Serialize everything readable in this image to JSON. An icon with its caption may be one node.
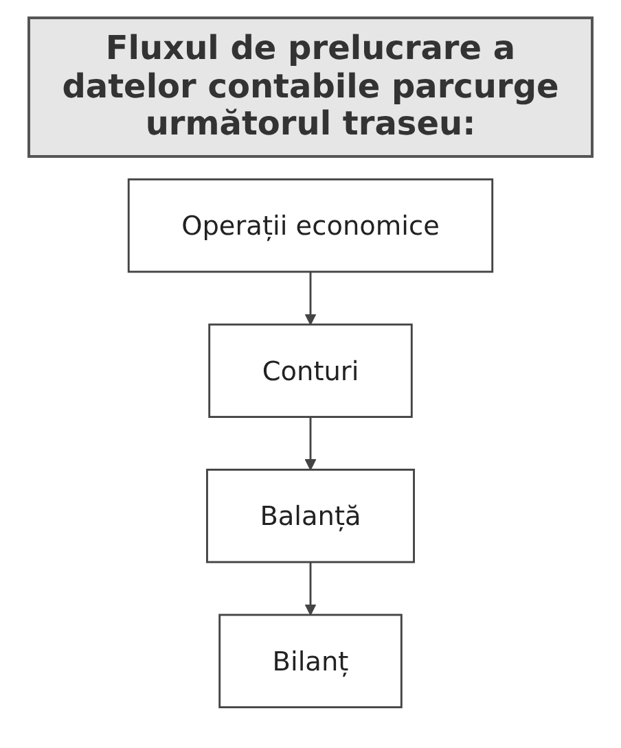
{
  "diagram": {
    "title": "Fluxul de prelucrare a datelor contabile parcurge următorul traseu:",
    "nodes": [
      {
        "text": [
          "Operații economice"
        ]
      },
      {
        "text": [
          "Conturi"
        ]
      },
      {
        "text": [
          "Balanță"
        ]
      },
      {
        "text": [
          "Bilanț"
        ]
      }
    ],
    "edges": [
      {
        "from": 0,
        "to": 1,
        "arrow": "to"
      },
      {
        "from": 1,
        "to": 2,
        "arrow": "to"
      },
      {
        "from": 2,
        "to": 3,
        "arrow": "to"
      }
    ]
  }
}
